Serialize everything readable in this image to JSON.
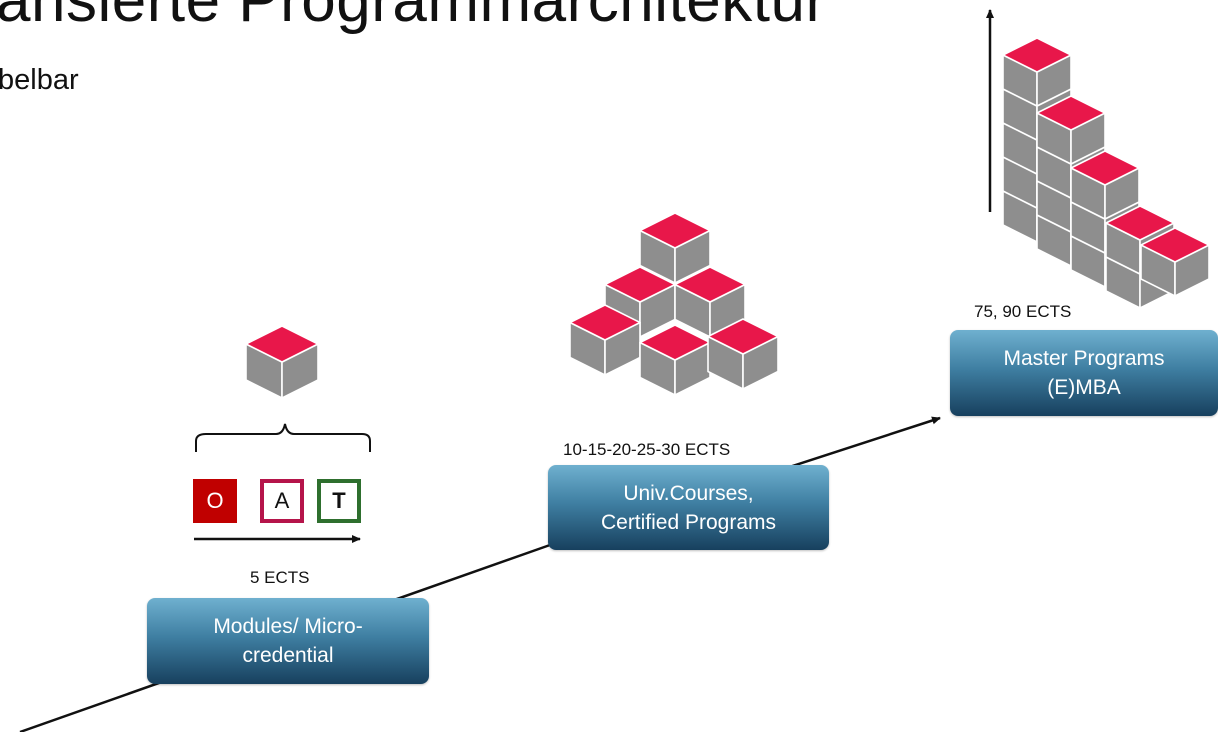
{
  "slide": {
    "title_fragment": "ansierte Programmarchitektur",
    "subtitle_fragment": "belbar"
  },
  "tiers": [
    {
      "ects": "5 ECTS",
      "line1": "Modules/ Micro-",
      "line2": "credential"
    },
    {
      "ects": "10-15-20-25-30 ECTS",
      "line1": "Univ.Courses,",
      "line2": "Certified Programs"
    },
    {
      "ects": "75, 90 ECTS",
      "line1": "Master Programs",
      "line2": "(E)MBA"
    }
  ],
  "oat": [
    {
      "letter": "O",
      "fill": "#c00000",
      "border": "#c00000",
      "text": "#ffffff"
    },
    {
      "letter": "A",
      "fill": "#ffffff",
      "border": "#b5144a",
      "text": "#111111"
    },
    {
      "letter": "T",
      "fill": "#ffffff",
      "border": "#2e6f2e",
      "text": "#111111"
    }
  ],
  "colors": {
    "cube_top": "#e8174a",
    "cube_side": "#8e8e8e",
    "box_gradient": [
      "#6fb0cf",
      "#3f7fa2",
      "#17405e"
    ]
  }
}
